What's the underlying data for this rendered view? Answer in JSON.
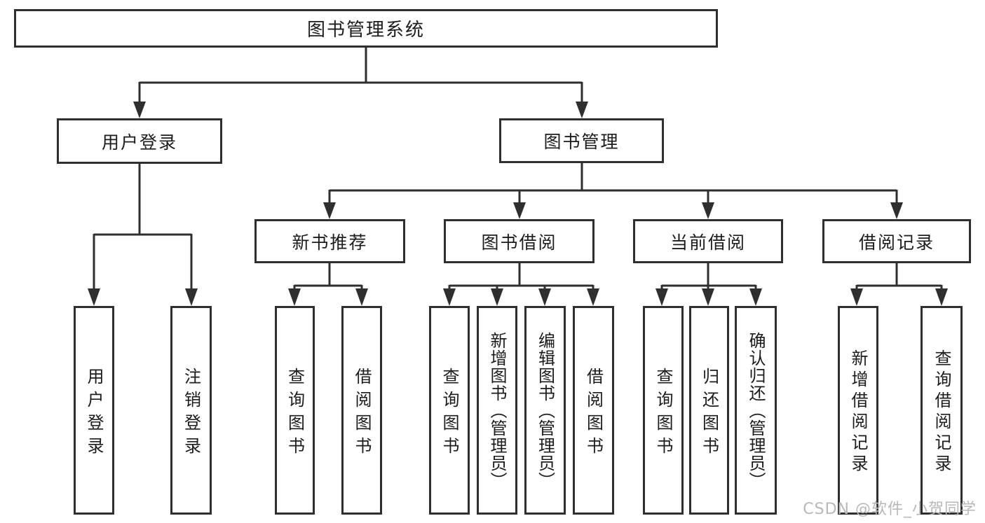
{
  "diagram": {
    "root": {
      "label": "图书管理系统"
    },
    "level2": [
      {
        "label": "用户登录"
      },
      {
        "label": "图书管理"
      }
    ],
    "level3": [
      {
        "label": "新书推荐"
      },
      {
        "label": "图书借阅"
      },
      {
        "label": "当前借阅"
      },
      {
        "label": "借阅记录"
      }
    ],
    "leaves": {
      "login": [
        "用户登录",
        "注销登录"
      ],
      "newbook": [
        "查询图书",
        "借阅图书"
      ],
      "borrow": [
        "查询图书",
        "新增图书（管理员）",
        "编辑图书（管理员）",
        "借阅图书"
      ],
      "current": [
        "查询图书",
        "归还图书",
        "确认归还（管理员）"
      ],
      "records": [
        "新增借阅记录",
        "查询借阅记录"
      ]
    }
  },
  "watermark": "CSDN @软件_小贺同学",
  "colors": {
    "line": "#2f2f2f",
    "text": "#1c1c1c",
    "watermark": "#b8b8b8",
    "background": "#ffffff"
  }
}
